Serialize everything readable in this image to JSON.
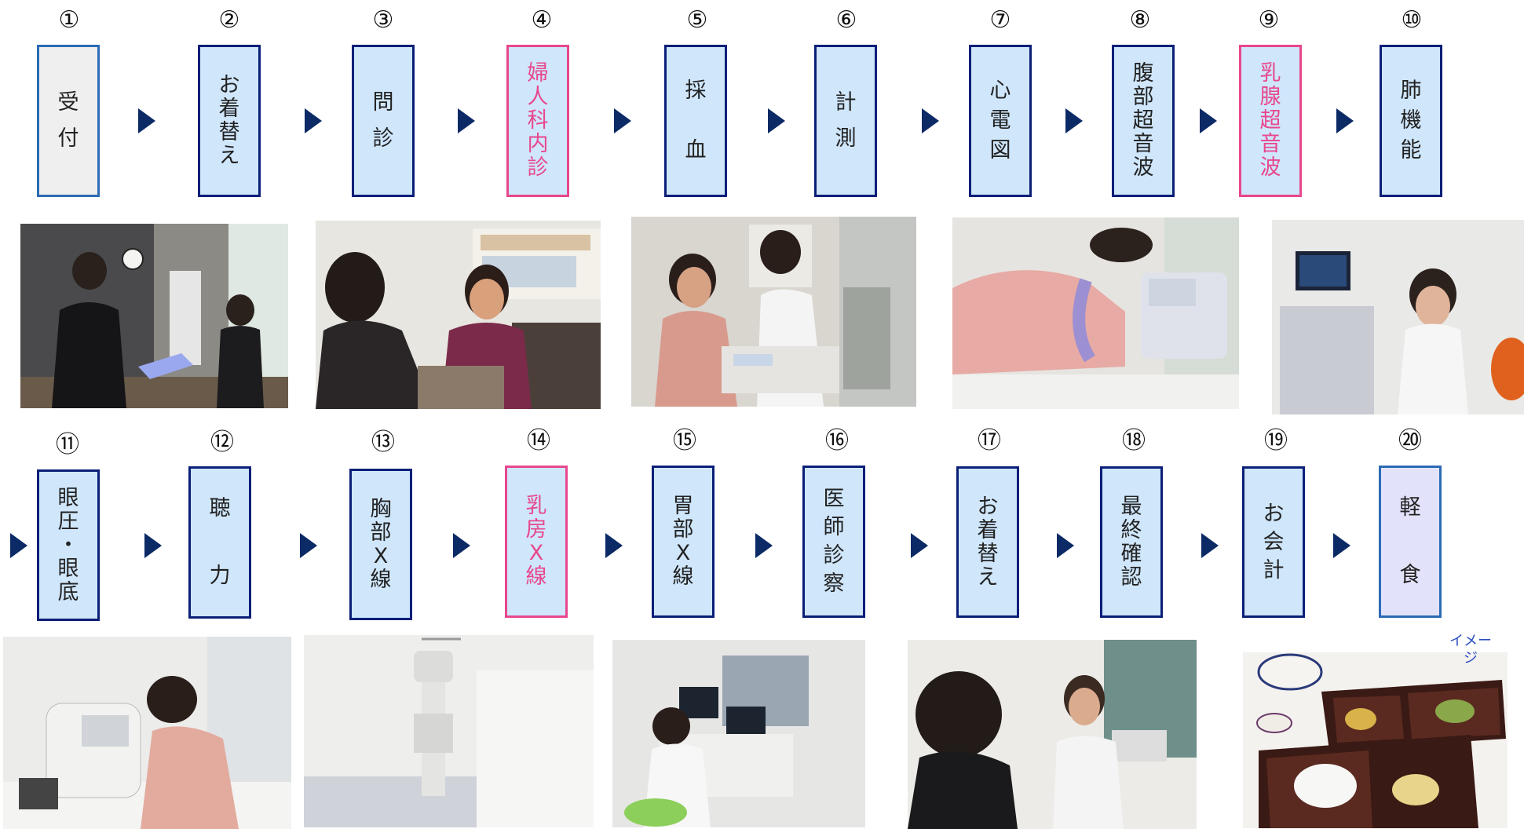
{
  "steps": [
    {
      "num": "①",
      "chars": [
        "受",
        "付"
      ]
    },
    {
      "num": "②",
      "chars": [
        "お",
        "着",
        "替",
        "え"
      ]
    },
    {
      "num": "③",
      "chars": [
        "問",
        "診"
      ]
    },
    {
      "num": "④",
      "chars": [
        "婦",
        "人",
        "科",
        "内",
        "診"
      ]
    },
    {
      "num": "⑤",
      "chars": [
        "採",
        "血"
      ]
    },
    {
      "num": "⑥",
      "chars": [
        "計",
        "測"
      ]
    },
    {
      "num": "⑦",
      "chars": [
        "心",
        "電",
        "図"
      ]
    },
    {
      "num": "⑧",
      "chars": [
        "腹",
        "部",
        "超",
        "音",
        "波"
      ]
    },
    {
      "num": "⑨",
      "chars": [
        "乳",
        "腺",
        "超",
        "音",
        "波"
      ]
    },
    {
      "num": "⑩",
      "chars": [
        "肺",
        "機",
        "能"
      ]
    },
    {
      "num": "⑪",
      "chars": [
        "眼",
        "圧",
        "・",
        "眼",
        "底"
      ]
    },
    {
      "num": "⑫",
      "chars": [
        "聴",
        "力"
      ]
    },
    {
      "num": "⑬",
      "chars": [
        "胸",
        "部",
        "X",
        "線"
      ]
    },
    {
      "num": "⑭",
      "chars": [
        "乳",
        "房",
        "X",
        "線"
      ]
    },
    {
      "num": "⑮",
      "chars": [
        "胃",
        "部",
        "X",
        "線"
      ]
    },
    {
      "num": "⑯",
      "chars": [
        "医",
        "師",
        "診",
        "察"
      ]
    },
    {
      "num": "⑰",
      "chars": [
        "お",
        "着",
        "替",
        "え"
      ]
    },
    {
      "num": "⑱",
      "chars": [
        "最",
        "終",
        "確",
        "認"
      ]
    },
    {
      "num": "⑲",
      "chars": [
        "お",
        "会",
        "計"
      ]
    },
    {
      "num": "⑳",
      "chars": [
        "軽",
        "食"
      ]
    }
  ],
  "image_note": [
    "イメー",
    "ジ"
  ],
  "colors": {
    "border": "#0b1f78",
    "fill": "#cfe6fb",
    "pink": "#e8478d",
    "arrow": "#0b2a66"
  }
}
